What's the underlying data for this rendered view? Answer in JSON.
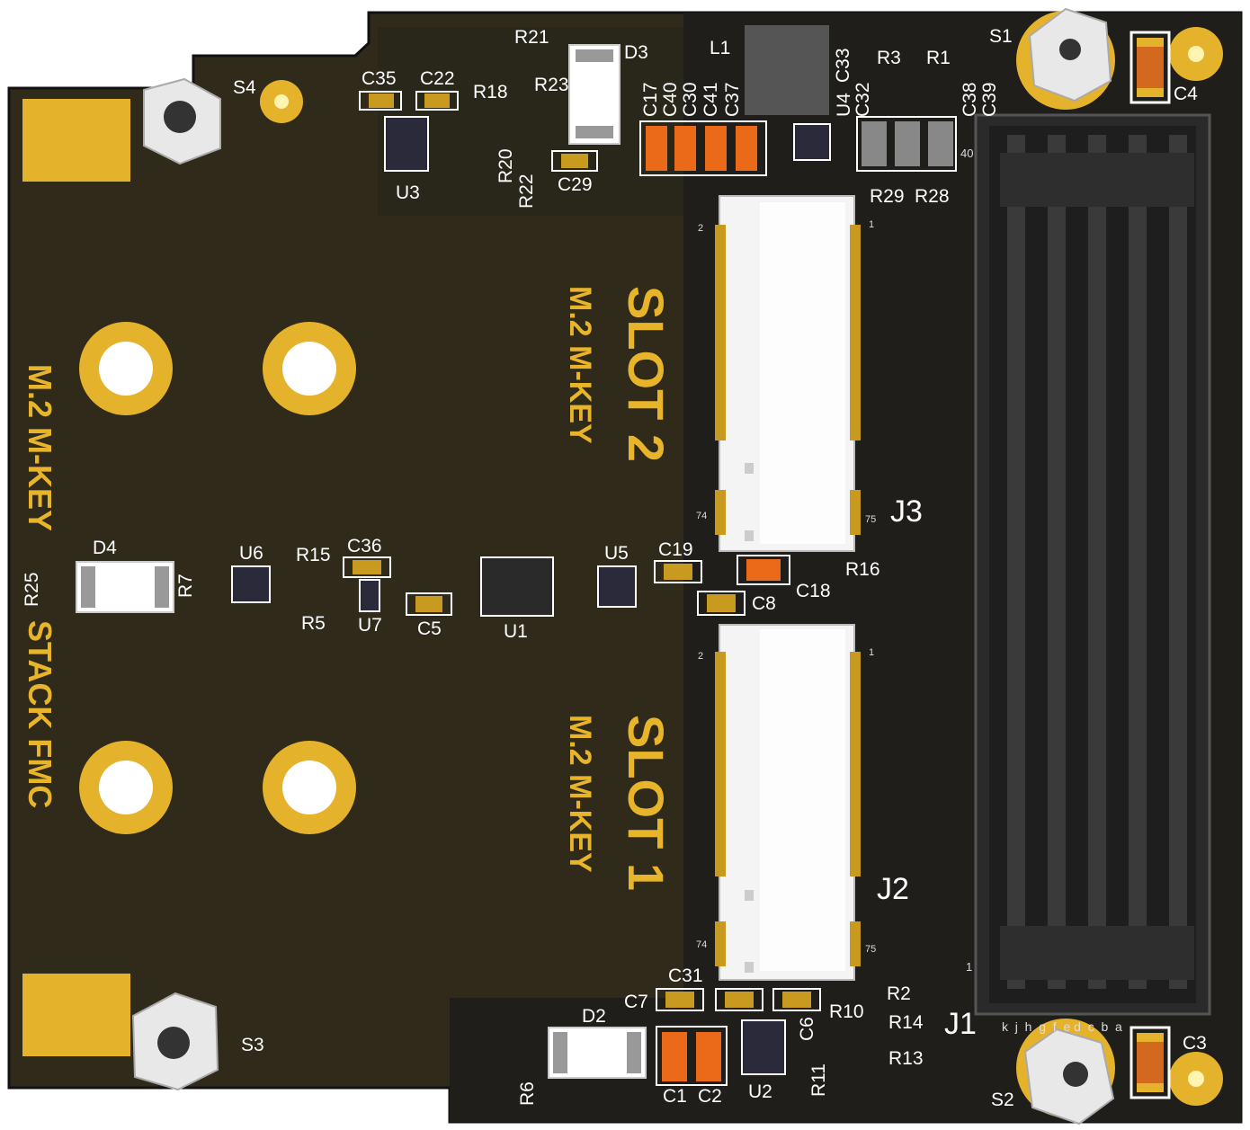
{
  "board": {
    "colors": {
      "pcb": "#2f2a1a",
      "edge": "#1c1c1c",
      "gold": "#e5b22c",
      "silk": "#ffffff",
      "silk_text_yellow": "#e8b52a"
    }
  },
  "silkscreen": {
    "left_text_1": "M.2 M-KEY",
    "left_text_2": "STACK FMC",
    "slot2_title": "SLOT 2",
    "slot2_sub": "M.2 M-KEY",
    "slot1_title": "SLOT 1",
    "slot1_sub": "M.2 M-KEY"
  },
  "connectors": {
    "j3_pin2": "2",
    "j3_pin1": "1",
    "j3_pin74": "74",
    "j3_pin75": "75",
    "j2_pin2": "2",
    "j2_pin1": "1",
    "j2_pin74": "74",
    "j2_pin75": "75",
    "j1_pin40": "40",
    "j1_pin1": "1",
    "j1_rows": "k  j  h  g  f  e d  c  b  a"
  },
  "designators": {
    "R21": "R21",
    "D3": "D3",
    "L1": "L1",
    "C33": "C33",
    "R3": "R3",
    "R1": "R1",
    "S1": "S1",
    "S4": "S4",
    "C35": "C35",
    "C22": "C22",
    "R18": "R18",
    "R23": "R23",
    "C17": "C17",
    "C40": "C40",
    "C30": "C30",
    "C41": "C41",
    "C37": "C37",
    "U4": "U4",
    "C32": "C32",
    "C38": "C38",
    "C39": "C39",
    "C4": "C4",
    "U3": "U3",
    "R20": "R20",
    "R22": "R22",
    "C29": "C29",
    "R29": "R29",
    "R28": "R28",
    "J3": "J3",
    "D4": "D4",
    "U6": "U6",
    "R15": "R15",
    "C36": "C36",
    "U5": "U5",
    "C19": "C19",
    "R16": "R16",
    "R25": "R25",
    "R7": "R7",
    "R5": "R5",
    "U7": "U7",
    "C5": "C5",
    "U1": "U1",
    "C8": "C8",
    "C18": "C18",
    "J2": "J2",
    "C31": "C31",
    "R2": "R2",
    "C7": "C7",
    "D2": "D2",
    "R10": "R10",
    "C6": "C6",
    "R14": "R14",
    "J1": "J1",
    "C3": "C3",
    "S3": "S3",
    "R6": "R6",
    "C1": "C1",
    "C2": "C2",
    "U2": "U2",
    "R11": "R11",
    "R13": "R13",
    "S2": "S2"
  }
}
